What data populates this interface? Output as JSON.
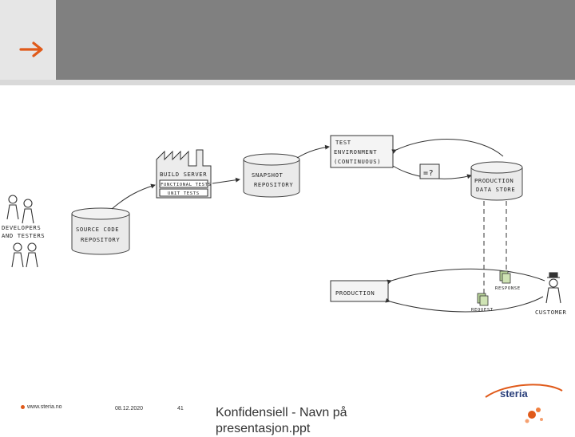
{
  "header": {
    "icon": "right-arrow-icon",
    "accent_color": "#e05a1a"
  },
  "diagram": {
    "developers_label": [
      "DEVELOPERS",
      "AND TESTERS"
    ],
    "source_repo_label": [
      "SOURCE CODE",
      "REPOSITORY"
    ],
    "build_server_label": "BUILD SERVER",
    "functional_tests_label": "FUNCTIONAL TESTS",
    "unit_tests_label": "UNIT TESTS",
    "snapshot_repo_label": [
      "SNAPSHOT",
      "REPOSITORY"
    ],
    "test_env_label": [
      "TEST",
      "ENVIRONMENT",
      "(CONTINUOUS)"
    ],
    "compare_label": "=?",
    "production_store_label": [
      "PRODUCTION",
      "DATA STORE"
    ],
    "production_label": "PRODUCTION",
    "response_label": "RESPONSE",
    "request_label": "REQUEST",
    "customer_label": "CUSTOMER"
  },
  "footer": {
    "url": "www.steria.no",
    "date": "08.12.2020",
    "page_number": "41",
    "title": "Konfidensiell - Navn på presentasjon.ppt",
    "logo_text": "steria"
  }
}
